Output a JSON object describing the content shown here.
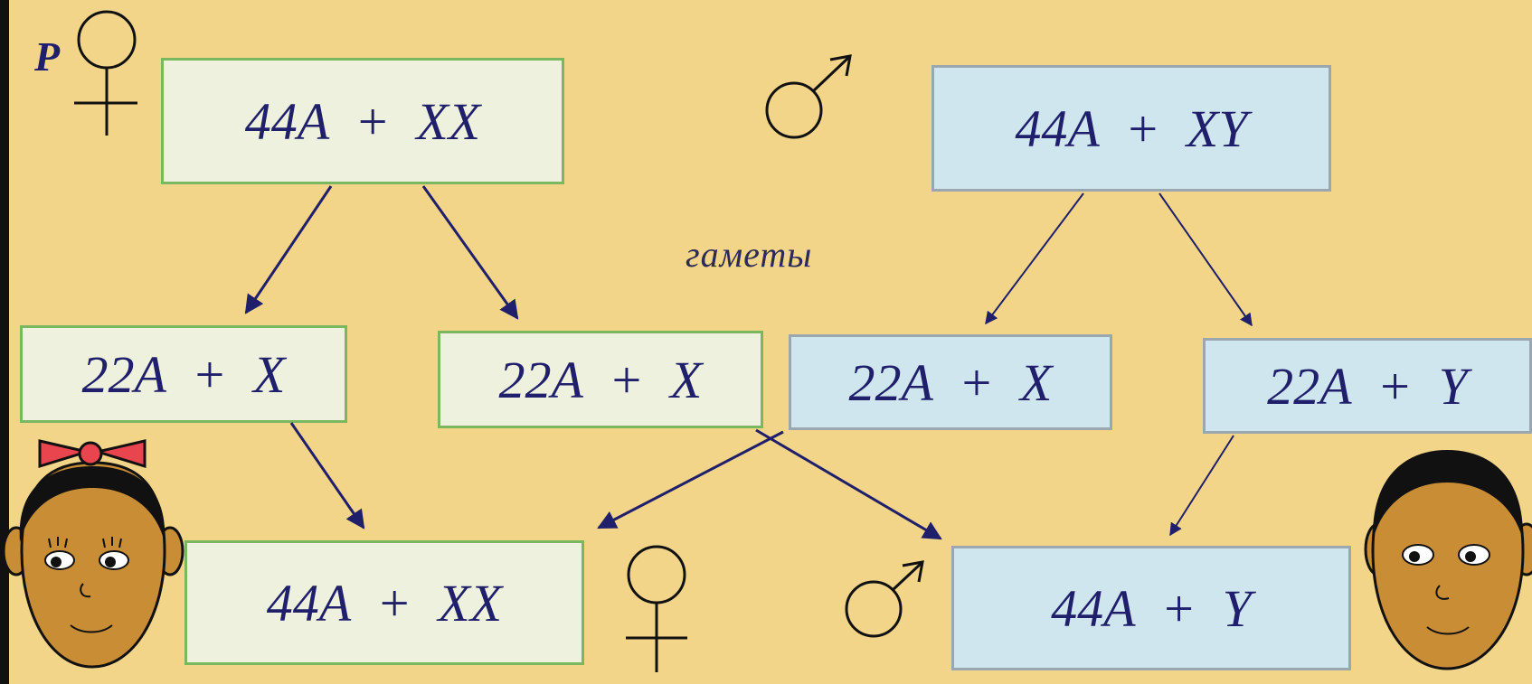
{
  "parents": {
    "label": "P",
    "mother_formula": "44A  +  XX",
    "father_formula": "44A  +  XY"
  },
  "gametes": {
    "label": "гаметы",
    "items": [
      "22A  +  X",
      "22A  +  X",
      "22A  +  X",
      "22A  +  Y"
    ]
  },
  "offspring": {
    "daughter_formula": "44A  +  XX",
    "son_formula": "44A  +  Y"
  },
  "colors": {
    "background": "#f2d588",
    "female_box": "#eef1dd",
    "male_box": "#cfe6ef",
    "arrow": "#1f1f6b",
    "ribbon": "#e8454f",
    "skin": "#c98d36"
  },
  "icons": [
    "female-symbol-icon",
    "male-symbol-icon",
    "arrow-icon",
    "girl-face-icon",
    "boy-face-icon"
  ]
}
